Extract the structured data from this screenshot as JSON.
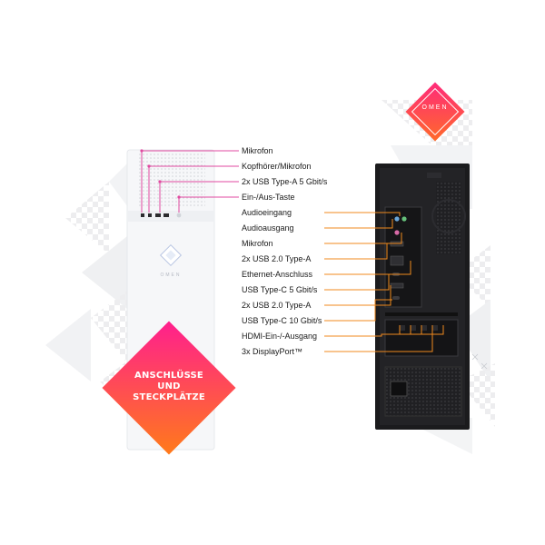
{
  "brand": {
    "logo_text": "OMEN",
    "front_logo_text": "OMEN",
    "accent_gradient": [
      "#ff2a7a",
      "#ff6a2a"
    ],
    "badge_gradient": [
      "#ff1f8e",
      "#ff7a1a"
    ]
  },
  "badge": {
    "lines": [
      "ANSCHLÜSSE",
      "UND",
      "STECKPLÄTZE"
    ]
  },
  "front_ports": [
    {
      "label": "Mikrofon"
    },
    {
      "label": "Kopfhörer/Mikrofon"
    },
    {
      "label": "2x USB Type-A 5 Gbit/s"
    },
    {
      "label": "Ein-/Aus-Taste"
    }
  ],
  "rear_ports": [
    {
      "label": "Audioeingang"
    },
    {
      "label": "Audioausgang"
    },
    {
      "label": "Mikrofon"
    },
    {
      "label": "2x USB 2.0 Type-A"
    },
    {
      "label": "Ethernet-Anschluss"
    },
    {
      "label": "USB Type-C 5 Gbit/s"
    },
    {
      "label": "2x USB 2.0 Type-A"
    },
    {
      "label": "USB Type-C 10 Gbit/s"
    },
    {
      "label": "HDMI-Ein-/-Ausgang"
    },
    {
      "label": "3x DisplayPort™"
    }
  ],
  "colors": {
    "front_leader": "#e04aa0",
    "rear_leader": "#f08a1e",
    "case_black": "#1b1b1d",
    "case_white": "#f6f7f9"
  }
}
